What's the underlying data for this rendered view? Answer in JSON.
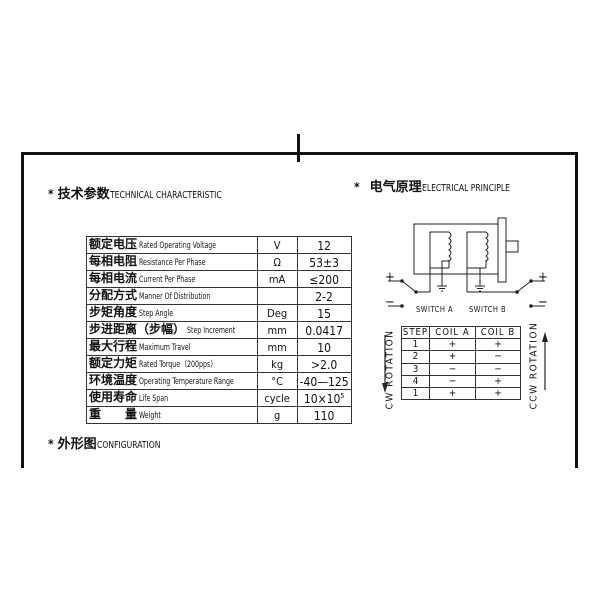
{
  "technical": {
    "star": "*",
    "title_cn": "技术参数",
    "title_en": "TECHNICAL CHARACTERISTIC",
    "rows": [
      {
        "cn": "额定电压",
        "en": "Rated Operating Voltage",
        "unit": "V",
        "value": "12"
      },
      {
        "cn": "每相电阻",
        "en": "Resistance Per Phase",
        "unit": "Ω",
        "value": "53±3"
      },
      {
        "cn": "每相电流",
        "en": "Current Per Phase",
        "unit": "mA",
        "value": "≤200"
      },
      {
        "cn": "分配方式",
        "en": "Manner Of Distribution",
        "unit": "",
        "value": "2-2"
      },
      {
        "cn": "步矩角度",
        "en": "Step Angle",
        "unit": "Deg",
        "value": "15"
      },
      {
        "cn": "步进距离（步幅）",
        "en": "Step Increment",
        "unit": "mm",
        "value": "0.0417"
      },
      {
        "cn": "最大行程",
        "en": "Maximum Travel",
        "unit": "mm",
        "value": "10"
      },
      {
        "cn": "额定力矩",
        "en": "Rated Torque（200pps）",
        "unit": "kg",
        "value": ">2.0"
      },
      {
        "cn": "环境温度",
        "en": "Operating Temperature Range",
        "unit": "°C",
        "value": "-40—125"
      },
      {
        "cn": "使用寿命",
        "en": "Life Span",
        "unit": "cycle",
        "value": "10×10",
        "sup": "5"
      },
      {
        "cn": "重　　量",
        "en": "Weight",
        "unit": "g",
        "value": "110"
      }
    ]
  },
  "electrical": {
    "star": "*",
    "title_cn": "电气原理",
    "title_en": "ELECTRICAL PRINCIPLE",
    "switch_a_label": "SWITCH A",
    "switch_b_label": "SWITCH B",
    "plus": "+",
    "minus": "−",
    "cw_label": "CW ROTATION",
    "ccw_label": "CCW ROTATION",
    "steps_header": [
      "STEP",
      "COIL A",
      "COIL B"
    ],
    "steps": [
      [
        "1",
        "+",
        "+"
      ],
      [
        "2",
        "+",
        "−"
      ],
      [
        "3",
        "−",
        "−"
      ],
      [
        "4",
        "−",
        "+"
      ],
      [
        "1",
        "+",
        "+"
      ]
    ]
  },
  "configuration": {
    "star": "*",
    "title_cn": "外形图",
    "title_en": "CONFIGURATION"
  }
}
